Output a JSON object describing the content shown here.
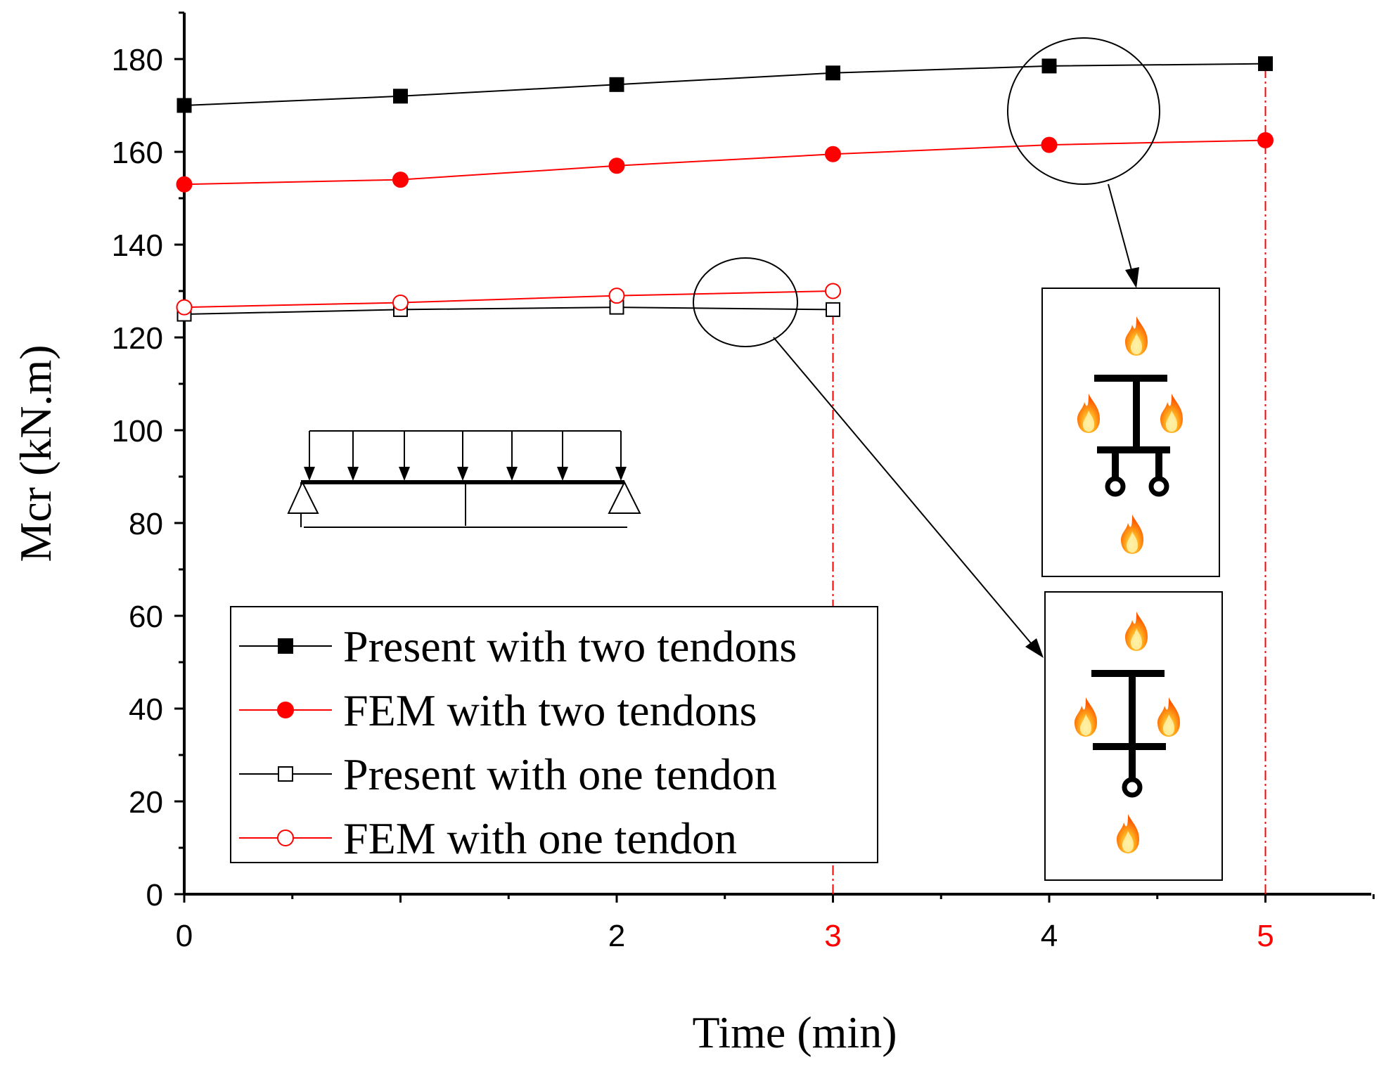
{
  "chart_data": {
    "type": "line",
    "xlabel": "Time (min)",
    "ylabel": "Mcr (kN.m)",
    "xlim": [
      0,
      5.5
    ],
    "ylim": [
      0,
      190
    ],
    "x_ticks": [
      {
        "value": 0,
        "label": "0",
        "color": "#000000"
      },
      {
        "value": 2,
        "label": "2",
        "color": "#000000"
      },
      {
        "value": 3,
        "label": "3",
        "color": "#ff0000"
      },
      {
        "value": 4,
        "label": "4",
        "color": "#000000"
      },
      {
        "value": 5,
        "label": "5",
        "color": "#ff0000"
      }
    ],
    "y_ticks": [
      0,
      20,
      40,
      60,
      80,
      100,
      120,
      140,
      160,
      180
    ],
    "series": [
      {
        "name": "Present with two tendons",
        "color": "#000000",
        "marker": "square-filled",
        "x": [
          0,
          1,
          2,
          3,
          4,
          5
        ],
        "values": [
          170,
          172,
          174.5,
          177,
          178.5,
          179
        ]
      },
      {
        "name": "FEM with two tendons",
        "color": "#ff0000",
        "marker": "circle-filled",
        "x": [
          0,
          1,
          2,
          3,
          4,
          5
        ],
        "values": [
          153,
          154,
          157,
          159.5,
          161.5,
          162.5
        ]
      },
      {
        "name": "Present with one tendon",
        "color": "#000000",
        "marker": "square-open",
        "x": [
          0,
          1,
          2,
          3
        ],
        "values": [
          125,
          126,
          126.5,
          126
        ]
      },
      {
        "name": "FEM with one tendon",
        "color": "#ff0000",
        "marker": "circle-open",
        "x": [
          0,
          1,
          2,
          3
        ],
        "values": [
          126.5,
          127.5,
          129,
          130
        ]
      }
    ],
    "reference_lines": [
      {
        "x": 3,
        "y_top": 126,
        "color": "#ff0000",
        "style": "dash-dot"
      },
      {
        "x": 5,
        "y_top": 179,
        "color": "#ff0000",
        "style": "dash-dot"
      }
    ],
    "grid": false,
    "legend_position": "bottom-left",
    "annotations": [
      "beam-loading-diagram",
      "cross-section-two-tendons",
      "cross-section-one-tendon"
    ]
  }
}
